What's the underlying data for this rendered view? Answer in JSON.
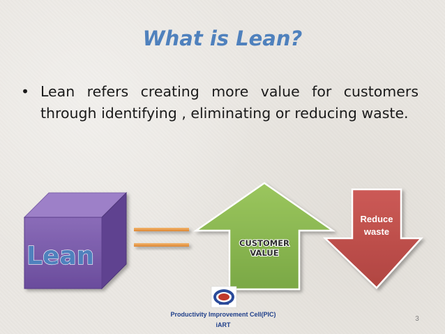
{
  "slide": {
    "title": "What is Lean?",
    "bullet_text": "Lean refers creating more value for customers through identifying , eliminating or reducing waste.",
    "bullet_marker": "•"
  },
  "diagram": {
    "cube_label": "Lean",
    "up_arrow_label_line1": "CUSTOMER",
    "up_arrow_label_line2": "VALUE",
    "down_arrow_label_line1": "Reduce",
    "down_arrow_label_line2": "waste",
    "colors": {
      "cube_front": "#7a5aa8",
      "cube_top": "#9d80c8",
      "cube_side": "#5f4290",
      "up_arrow": "#8ab94e",
      "down_arrow": "#c0504d",
      "equals": "#e79a45",
      "cube_text": "#4f81bd",
      "up_text": "#2c2c2c",
      "down_text": "#ffffff"
    }
  },
  "footer": {
    "line1": "Productivity Improvement Cell(PIC)",
    "line2": "iART",
    "page_number": "3"
  }
}
